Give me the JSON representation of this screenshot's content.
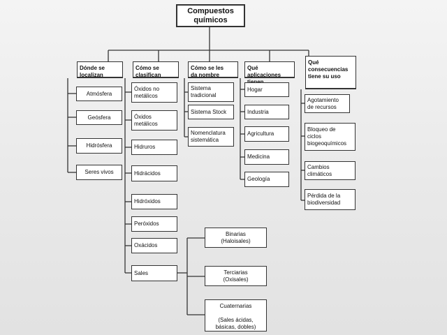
{
  "root": "Compuestos\nquímicos",
  "columns": [
    {
      "header": "Dónde se\nlocalizan",
      "items": [
        "Atmósfera",
        "Geósfera",
        "Hidrósfera",
        "Seres vivos"
      ]
    },
    {
      "header": "Cómo se\nclasifican",
      "items": [
        "Óxidos no\nmetálicos",
        "Óxidos\nmetálicos",
        "Hidruros",
        "Hidrácidos",
        "Hidróxidos",
        "Peróxidos",
        "Oxácidos",
        "Sales"
      ]
    },
    {
      "header": "Cómo se les\nda nombre",
      "items": [
        "Sistema\ntradicional",
        "Sistema Stock",
        "Nomenclatura\nsistemática"
      ]
    },
    {
      "header": "Qué aplicaciones\ntienen",
      "items": [
        "Hogar",
        "Industria",
        "Agricultura",
        "Medicina",
        "Geología"
      ]
    },
    {
      "header": "Qué\nconsecuencias\ntiene su uso",
      "items": [
        "Agotamiento\nde recursos",
        "Bloqueo de\nciclos\nbiogeoquímicos",
        "Cambios\nclimáticos",
        "Pérdida de la\nbiodiversidad"
      ]
    }
  ],
  "sales": [
    "Binarias\n(Haloisales)",
    "Terciarias\n(Oxisales)",
    "Cuaternarias\n\n(Sales ácidas,\nbásicas, dobles)"
  ]
}
